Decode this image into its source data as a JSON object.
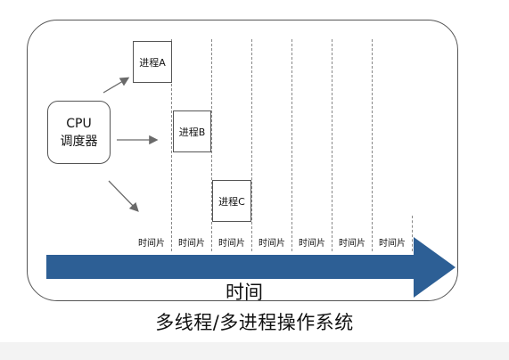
{
  "cpu": {
    "line1": "CPU",
    "line2": "调度器"
  },
  "processes": [
    {
      "label": "进程A"
    },
    {
      "label": "进程B"
    },
    {
      "label": "进程C"
    }
  ],
  "time_slice_label": "时间片",
  "time_slices": [
    "时间片",
    "时间片",
    "时间片",
    "时间片",
    "时间片",
    "时间片",
    "时间片"
  ],
  "time_axis_label": "时间",
  "caption": "多线程/多进程操作系统",
  "colors": {
    "arrow": "#2d5f95",
    "border": "#555555",
    "arrow_thin": "#6a6a6a"
  }
}
